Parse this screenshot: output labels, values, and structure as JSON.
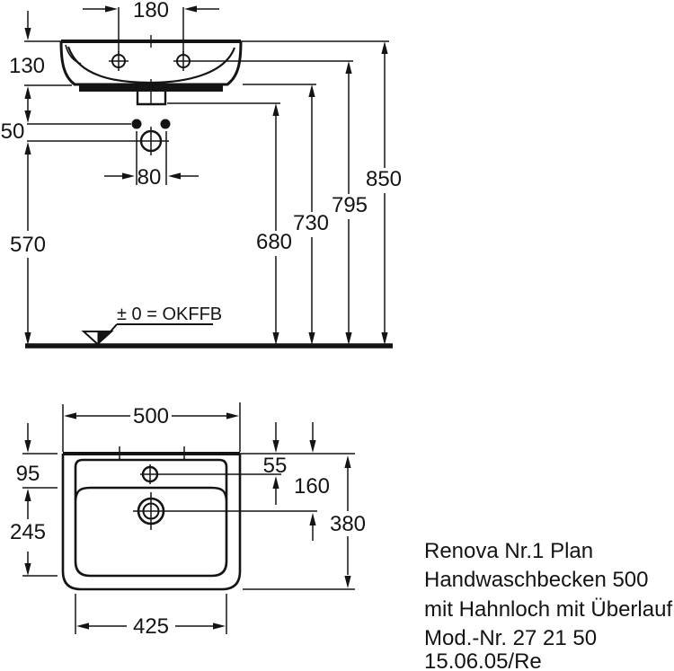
{
  "front_view": {
    "dim_labels": {
      "d180": "180",
      "d130": "130",
      "d50": "50",
      "d80": "80",
      "d570": "570",
      "d680": "680",
      "d730": "730",
      "d795": "795",
      "d850": "850"
    },
    "floor_reference_label": "± 0 = OKFFB"
  },
  "plan_view": {
    "dim_labels": {
      "d500": "500",
      "d95": "95",
      "d245": "245",
      "d425": "425",
      "d55": "55",
      "d160": "160",
      "d380": "380"
    }
  },
  "product_info": {
    "lines": [
      "Renova Nr.1 Plan",
      "Handwaschbecken 500",
      "mit Hahnloch mit Überlauf",
      "Mod.-Nr. 27 21 50",
      "15.06.05/Re"
    ]
  },
  "colors": {
    "line": "#141414",
    "background": "#ffffff"
  }
}
